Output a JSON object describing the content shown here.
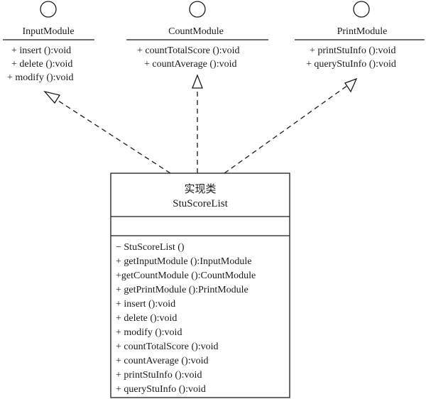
{
  "interfaces": [
    {
      "name": "InputModule",
      "methods": [
        "+ insert ():void",
        "+ delete ():void",
        "+ modify ():void"
      ]
    },
    {
      "name": "CountModule",
      "methods": [
        "+ countTotalScore ():void",
        "+ countAverage ():void"
      ]
    },
    {
      "name": "PrintModule",
      "methods": [
        "+ printStuInfo ():void",
        "+ queryStuInfo ():void"
      ]
    }
  ],
  "impl_class": {
    "stereotype": "实现类",
    "name": "StuScoreList",
    "methods": [
      "− StuScoreList ()",
      "+ getInputModule ():InputModule",
      "+getCountModule ():CountModule",
      "+ getPrintModule ():PrintModule",
      "+ insert ():void",
      "+ delete ():void",
      "+ modify ():void",
      "+ countTotalScore ():void",
      "+ countAverage ():void",
      "+ printStuInfo ():void",
      "+ queryStuInfo ():void"
    ]
  }
}
